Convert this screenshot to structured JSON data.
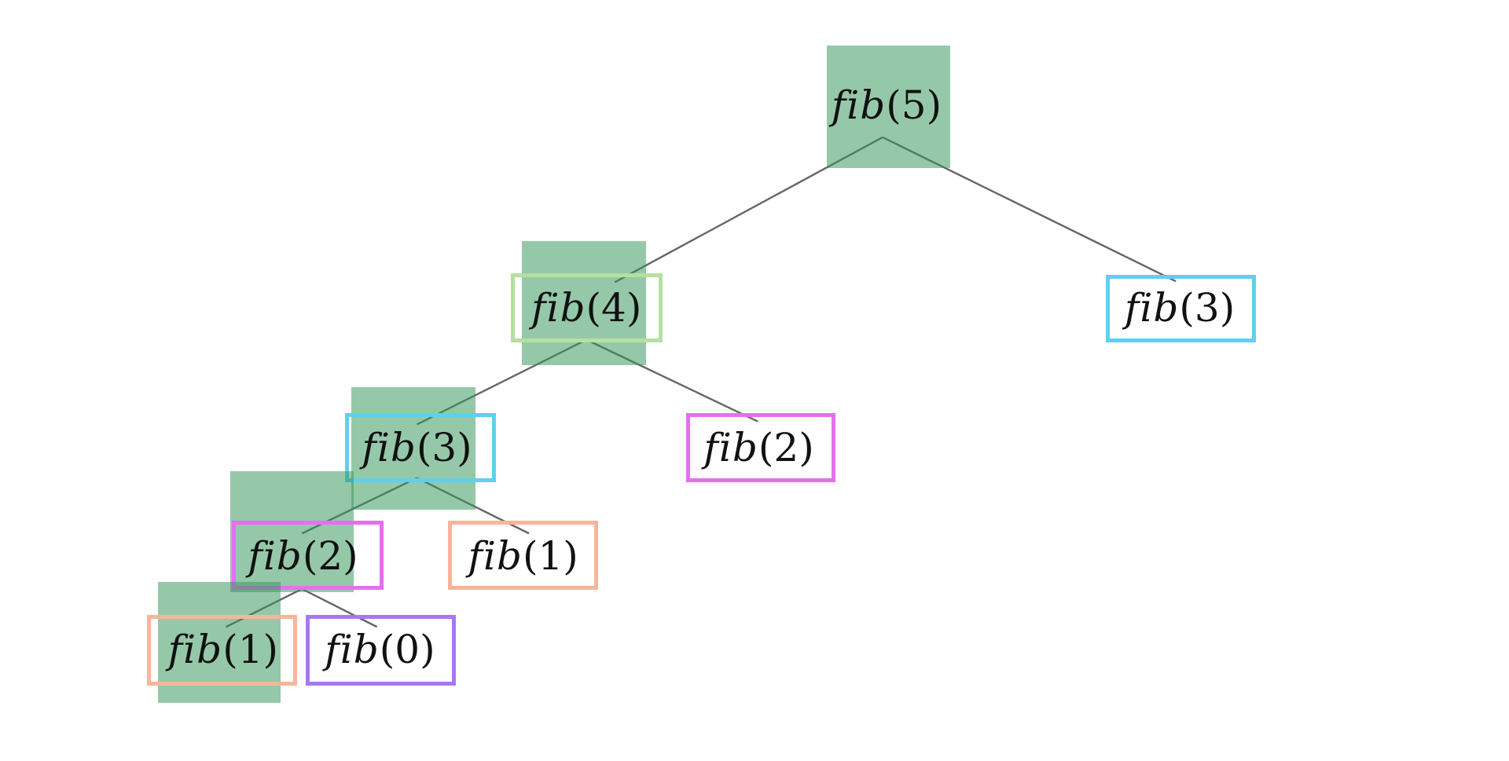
{
  "tree": {
    "nodes": [
      {
        "id": "n1",
        "fn": "fib",
        "arg": "(5)",
        "highlighted": true,
        "outline": null
      },
      {
        "id": "n2",
        "fn": "fib",
        "arg": "(4)",
        "highlighted": true,
        "outline": "green"
      },
      {
        "id": "n3",
        "fn": "fib",
        "arg": "(3)",
        "highlighted": false,
        "outline": "cyan"
      },
      {
        "id": "n4",
        "fn": "fib",
        "arg": "(3)",
        "highlighted": true,
        "outline": "cyan"
      },
      {
        "id": "n5",
        "fn": "fib",
        "arg": "(2)",
        "highlighted": false,
        "outline": "magenta"
      },
      {
        "id": "n6",
        "fn": "fib",
        "arg": "(2)",
        "highlighted": true,
        "outline": "magenta"
      },
      {
        "id": "n7",
        "fn": "fib",
        "arg": "(1)",
        "highlighted": false,
        "outline": "salmon"
      },
      {
        "id": "n8",
        "fn": "fib",
        "arg": "(1)",
        "highlighted": true,
        "outline": "salmon"
      },
      {
        "id": "n9",
        "fn": "fib",
        "arg": "(0)",
        "highlighted": false,
        "outline": "purple"
      }
    ],
    "edges": [
      [
        "n1",
        "n2"
      ],
      [
        "n1",
        "n3"
      ],
      [
        "n2",
        "n4"
      ],
      [
        "n2",
        "n5"
      ],
      [
        "n4",
        "n6"
      ],
      [
        "n4",
        "n7"
      ],
      [
        "n6",
        "n8"
      ],
      [
        "n6",
        "n9"
      ]
    ]
  },
  "colors": {
    "highlight": "#34965a",
    "edge": "#666666",
    "green": "#b4e0a0",
    "cyan": "#5fd0f0",
    "magenta": "#e86ef0",
    "salmon": "#f7b59a",
    "purple": "#a877f2"
  }
}
